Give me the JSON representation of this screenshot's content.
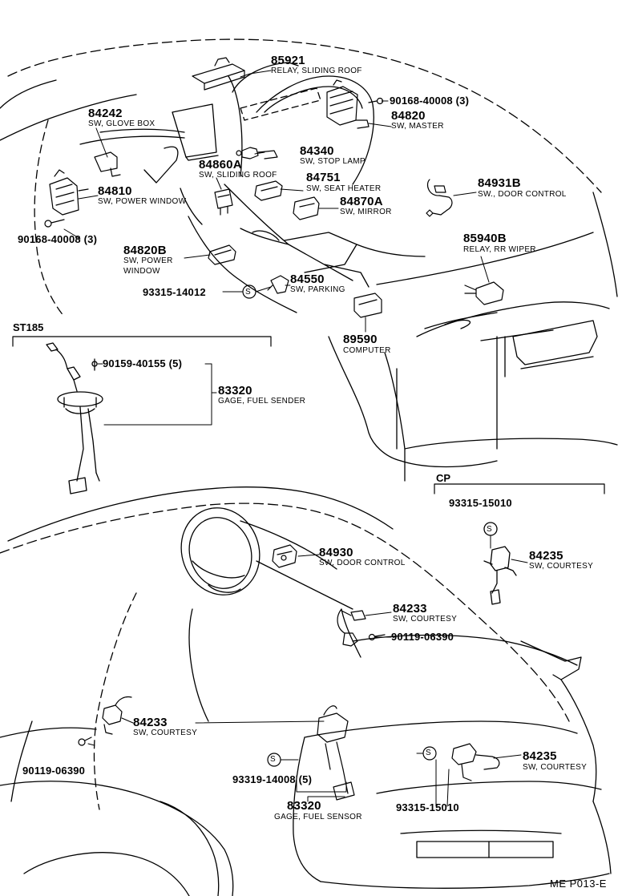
{
  "diagram": {
    "code": "ME P013-E",
    "sections": {
      "st185": "ST185",
      "cp": "CP"
    },
    "parts": [
      {
        "number": "85921",
        "desc": "RELAY, SLIDING ROOF"
      },
      {
        "number": "90168-40008 (3)",
        "desc": ""
      },
      {
        "number": "84820",
        "desc": "SW, MASTER"
      },
      {
        "number": "84242",
        "desc": "SW, GLOVE BOX"
      },
      {
        "number": "84340",
        "desc": "SW, STOP LAMP"
      },
      {
        "number": "84860A",
        "desc": "SW, SLIDING ROOF"
      },
      {
        "number": "84751",
        "desc": "SW, SEAT HEATER"
      },
      {
        "number": "84931B",
        "desc": "SW., DOOR CONTROL"
      },
      {
        "number": "84810",
        "desc": "SW, POWER WINDOW"
      },
      {
        "number": "84870A",
        "desc": "SW, MIRROR"
      },
      {
        "number": "90168-40008 (3)",
        "desc": ""
      },
      {
        "number": "85940B",
        "desc": "RELAY, RR WIPER"
      },
      {
        "number": "84820B",
        "desc": "SW, POWER",
        "desc2": "WINDOW"
      },
      {
        "number": "84550",
        "desc": "SW, PARKING"
      },
      {
        "number": "93315-14012",
        "desc": ""
      },
      {
        "number": "89590",
        "desc": "COMPUTER"
      },
      {
        "number": "90159-40155 (5)",
        "desc": ""
      },
      {
        "number": "83320",
        "desc": "GAGE, FUEL SENDER"
      },
      {
        "number": "93315-15010",
        "desc": ""
      },
      {
        "number": "84930",
        "desc": "SW, DOOR CONTROL"
      },
      {
        "number": "84235",
        "desc": "SW, COURTESY"
      },
      {
        "number": "84233",
        "desc": "SW, COURTESY"
      },
      {
        "number": "90119-06390",
        "desc": ""
      },
      {
        "number": "84233",
        "desc": "SW, COURTESY"
      },
      {
        "number": "90119-06390",
        "desc": ""
      },
      {
        "number": "84235",
        "desc": "SW, COURTESY"
      },
      {
        "number": "93319-14008 (5)",
        "desc": ""
      },
      {
        "number": "93315-15010",
        "desc": ""
      },
      {
        "number": "83320",
        "desc": "GAGE, FUEL SENSOR"
      }
    ],
    "screw_symbol": "S"
  }
}
